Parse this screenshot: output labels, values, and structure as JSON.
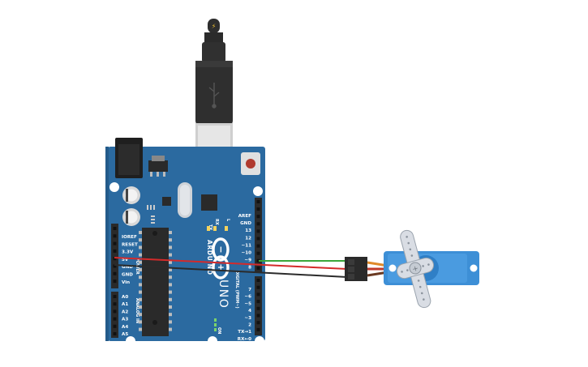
{
  "board": {
    "model": "UNO",
    "brand": "ARDUINO",
    "digital_label": "DIGITAL (PWM~)",
    "power_label": "POWER",
    "analog_label": "ANALOG IN",
    "on_label": "ON",
    "l_label": "L",
    "tx_label": "TX",
    "rx_label": "RX",
    "power_pins": [
      "IOREF",
      "RESET",
      "3.3V",
      "5V",
      "GND",
      "GND",
      "Vin"
    ],
    "analog_pins": [
      "A0",
      "A1",
      "A2",
      "A3",
      "A4",
      "A5"
    ],
    "digital_pins_top": [
      "AREF",
      "GND",
      "13",
      "12",
      "~11",
      "~10",
      "~9",
      "8"
    ],
    "digital_pins_bottom": [
      "7",
      "~6",
      "~5",
      "4",
      "~3",
      "2",
      "TX→1",
      "RX←0"
    ]
  },
  "usb": {
    "icon": "lightning-icon"
  },
  "wires": [
    {
      "name": "signal-wire",
      "color": "#3aa63a"
    },
    {
      "name": "power-wire",
      "color": "#d42a2a"
    },
    {
      "name": "ground-wire",
      "color": "#2b2b2b"
    }
  ],
  "servo": {
    "body_color": "#3d8fd6",
    "horn_color": "#d9dde4"
  },
  "colors": {
    "board": "#2b6aa0",
    "board_dark": "#1d4f7a",
    "header": "#2a2a2a"
  }
}
